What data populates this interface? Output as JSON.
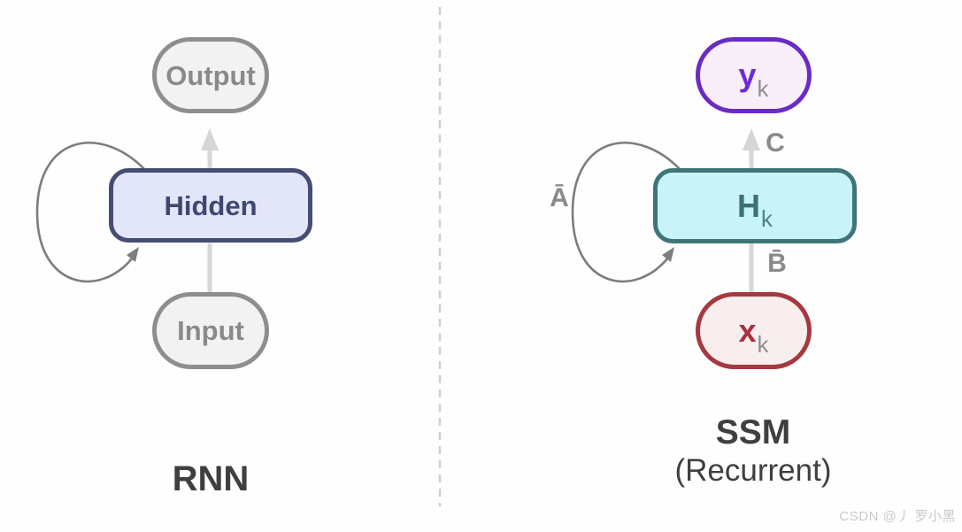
{
  "page": {
    "watermark": "CSDN @丿 罗小黑"
  },
  "rnn": {
    "caption": "RNN",
    "nodes": {
      "output": {
        "label": "Output"
      },
      "hidden": {
        "label": "Hidden"
      },
      "input": {
        "label": "Input"
      }
    }
  },
  "ssm": {
    "caption_line1": "SSM",
    "caption_line2": "(Recurrent)",
    "nodes": {
      "y": {
        "main": "y",
        "sub": "k"
      },
      "h": {
        "main": "H",
        "sub": "k"
      },
      "x": {
        "main": "x",
        "sub": "k"
      }
    },
    "edge_labels": {
      "a_bar": "Ā",
      "c": "C",
      "b_bar": "B̄"
    }
  },
  "colors": {
    "page_bg": "#fefefe",
    "gray_border": "#8e8e8e",
    "gray_fill": "#f2f2f2",
    "gray_text": "#8a8a8a",
    "hidden_border": "#454d72",
    "hidden_fill": "#e3e5f9",
    "hidden_text": "#404870",
    "h_border": "#3f7478",
    "h_fill": "#c9f4f7",
    "h_text": "#3c7276",
    "h_sub": "#4d8387",
    "y_border": "#6a2bc4",
    "y_fill": "#f9effb",
    "y_text": "#6d2ad8",
    "x_border": "#a63840",
    "x_fill": "#f8eeee",
    "x_text": "#ab2f3f",
    "sub_gray": "#8f8f8f",
    "edge_label": "#8a8a8a",
    "arrow_light": "#d6d6d6",
    "loop_stroke": "#7d7d7d",
    "caption": "#3f3f3f",
    "divider": "#cfcfcf",
    "watermark": "#c9c9c9"
  }
}
